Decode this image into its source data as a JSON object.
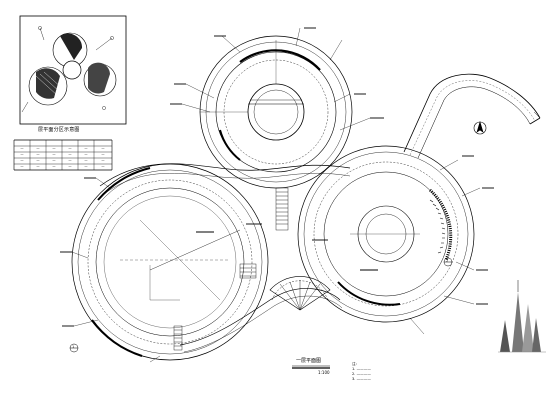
{
  "drawing": {
    "title": "Construction plan drawing",
    "watermark_logo": "building skyline logo"
  },
  "keymap": {
    "title": "层平面分区示意图",
    "table_rows": [
      [
        "—",
        "—",
        "—",
        "—",
        "—",
        "—"
      ],
      [
        "—",
        "—",
        "—",
        "—",
        "—",
        "—"
      ],
      [
        "—",
        "—",
        "—",
        "—",
        "—",
        "—"
      ],
      [
        "—",
        "—",
        "—",
        "—",
        "—",
        "—"
      ]
    ]
  },
  "plan": {
    "title_text": "一层平面图",
    "scale_text": "1:100",
    "notes": [
      "注:",
      "1. ————",
      "2. ————",
      "3. ————"
    ],
    "section_marks": [
      "1",
      "2"
    ]
  }
}
